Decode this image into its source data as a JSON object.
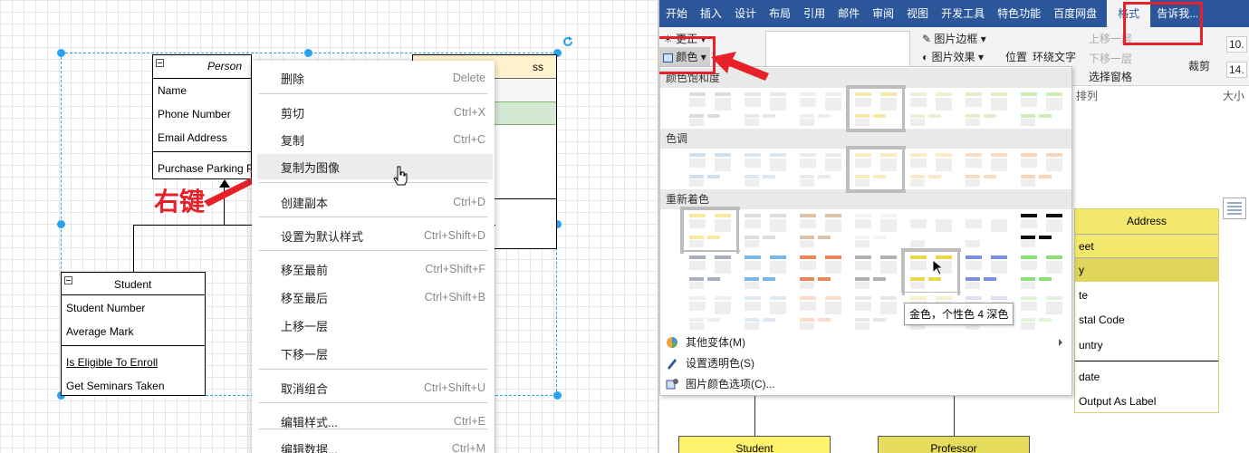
{
  "drawio": {
    "person": {
      "title": "Person",
      "rows": [
        "Name",
        "Phone Number",
        "Email Address"
      ],
      "methods": [
        "Purchase Parking P"
      ]
    },
    "address_partial": "ss",
    "student": {
      "title": "Student",
      "rows": [
        "Student Number",
        "Average Mark"
      ],
      "methods": [
        "Is Eligible To Enroll",
        "Get Seminars Taken"
      ]
    },
    "annotation": "右键",
    "context_menu": [
      {
        "label": "删除",
        "shortcut": "Delete"
      },
      {
        "label": "剪切",
        "shortcut": "Ctrl+X"
      },
      {
        "label": "复制",
        "shortcut": "Ctrl+C"
      },
      {
        "label": "复制为图像",
        "shortcut": "",
        "highlighted": true
      },
      {
        "label": "创建副本",
        "shortcut": "Ctrl+D"
      },
      {
        "label": "设置为默认样式",
        "shortcut": "Ctrl+Shift+D"
      },
      {
        "label": "移至最前",
        "shortcut": "Ctrl+Shift+F"
      },
      {
        "label": "移至最后",
        "shortcut": "Ctrl+Shift+B"
      },
      {
        "label": "上移一层",
        "shortcut": ""
      },
      {
        "label": "下移一层",
        "shortcut": ""
      },
      {
        "label": "取消组合",
        "shortcut": "Ctrl+Shift+U"
      },
      {
        "label": "编辑样式...",
        "shortcut": "Ctrl+E"
      },
      {
        "label": "编辑数据...",
        "shortcut": "Ctrl+M"
      }
    ]
  },
  "word": {
    "tabs": [
      "开始",
      "插入",
      "设计",
      "布局",
      "引用",
      "邮件",
      "审阅",
      "视图",
      "开发工具",
      "特色功能",
      "百度网盘",
      "格式",
      "告诉我..."
    ],
    "active_tab": "格式",
    "ribbon": {
      "correct": "更正",
      "color": "颜色",
      "border": "图片边框",
      "effects": "图片效果",
      "position": "位置",
      "wrap": "环绕文字",
      "bring_forward": "上移一层",
      "send_backward": "下移一层",
      "selection_pane": "选择窗格",
      "arrange": "排列",
      "crop": "裁剪",
      "size": "大小",
      "height": "10.",
      "width": "14."
    },
    "dropdown": {
      "saturation": "颜色饱和度",
      "tone": "色调",
      "recolor": "重新着色",
      "tooltip": "金色，个性色 4 深色",
      "more_variants": "其他变体(M)",
      "set_transparent": "设置透明色(S)",
      "color_options": "图片颜色选项(C)..."
    },
    "thumb_colors": {
      "saturation": [
        "#ddd",
        "#e8e8e8",
        "#eee",
        "#f5e9a8",
        "#e6f2d2",
        "#dff0c8",
        "#d0ecb8"
      ],
      "tone": [
        "#cfe0f0",
        "#dbe8f4",
        "#eaeaea",
        "#f8ecc0",
        "#fde8c8",
        "#fadcc0",
        "#f8d4b8"
      ],
      "recolor1": [
        "#f7e9a0",
        "#ddd",
        "#dcc2a8",
        "#f4f4f4",
        "#fff",
        "#fff",
        "#111"
      ],
      "recolor2": [
        "#a8aebb",
        "#7ab6e6",
        "#e8875a",
        "#b0b0b0",
        "#e8d84a",
        "#7a8fe0",
        "#8ee07a"
      ],
      "recolor3": [
        "#eee",
        "#dde8f4",
        "#fadccc",
        "#e6e6e6",
        "#f8f0cc",
        "#dce0f8",
        "#e0f4dc"
      ]
    },
    "doc": {
      "address_title": "Address",
      "rows": [
        "eet",
        "y",
        "te",
        "stal Code",
        "untry"
      ],
      "methods": [
        "date",
        "Output As Label"
      ],
      "student": "Student",
      "professor": "Professor"
    },
    "colors": {
      "tab_bar": "#2b579a",
      "gold": "#f2e86d",
      "gold_dark": "#e0d45a",
      "highlight_red": "#e8202a"
    }
  }
}
